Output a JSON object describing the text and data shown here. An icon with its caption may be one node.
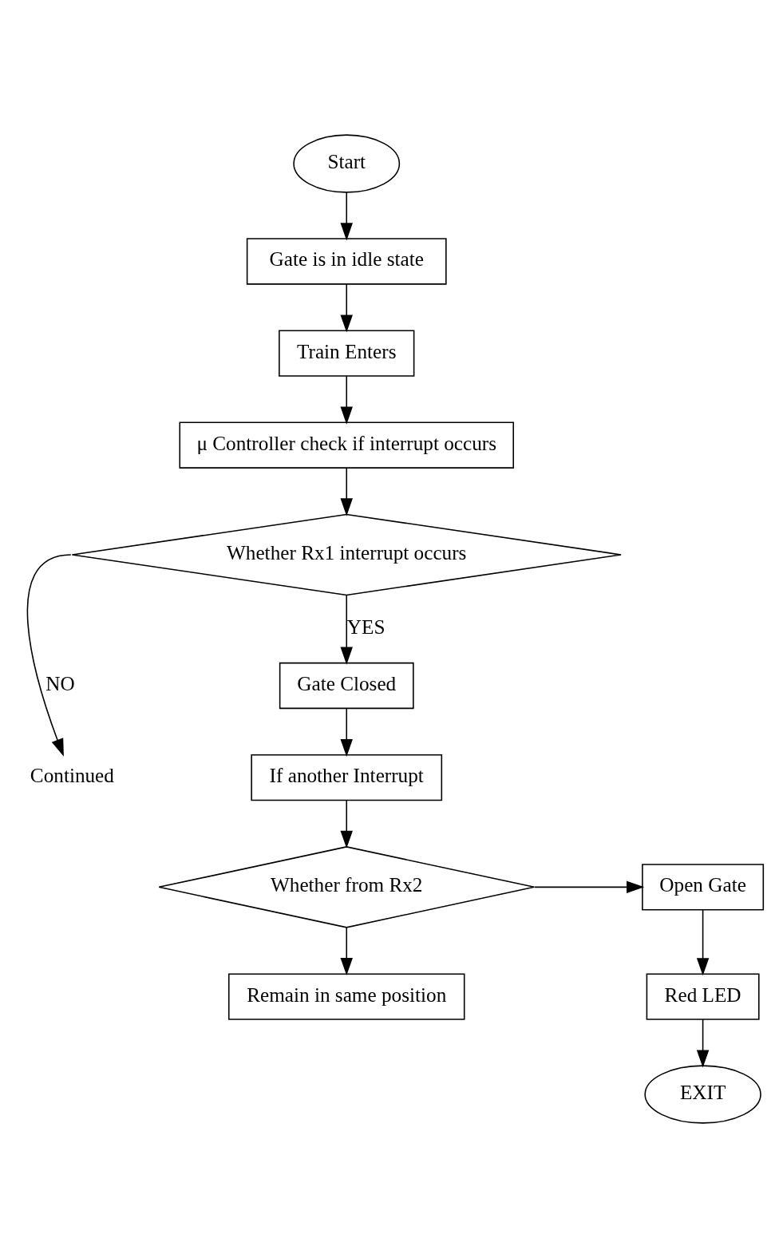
{
  "diagram": {
    "nodes": [
      {
        "text": [
          "Start"
        ]
      },
      {
        "text": [
          "Gate is in idle state"
        ]
      },
      {
        "text": [
          "Train Enters"
        ]
      },
      {
        "text": [
          "μ Controller check if interrupt occurs"
        ]
      },
      {
        "text": [
          "Whether Rx1 interrupt occurs"
        ]
      },
      {
        "text": [
          "Continued"
        ]
      },
      {
        "text": [
          "Gate Closed"
        ]
      },
      {
        "text": [
          "If another Interrupt"
        ]
      },
      {
        "text": [
          "Whether from Rx2"
        ]
      },
      {
        "text": [
          "Open Gate"
        ]
      },
      {
        "text": [
          "Red LED"
        ]
      },
      {
        "text": [
          "Remain in same position"
        ]
      },
      {
        "text": [
          "EXIT"
        ]
      }
    ],
    "edges": [
      {
        "from": 0,
        "to": 1,
        "arrow": "to"
      },
      {
        "from": 1,
        "to": 2,
        "arrow": "to"
      },
      {
        "from": 2,
        "to": 3,
        "arrow": "to"
      },
      {
        "from": 3,
        "to": 4,
        "arrow": "to"
      },
      {
        "from": 4,
        "to": 5,
        "arrow": "to",
        "label": "NO"
      },
      {
        "from": 4,
        "to": 6,
        "arrow": "to",
        "label": "YES"
      },
      {
        "from": 6,
        "to": 7,
        "arrow": "to"
      },
      {
        "from": 7,
        "to": 8,
        "arrow": "to"
      },
      {
        "from": 8,
        "to": 9,
        "arrow": "to"
      },
      {
        "from": 8,
        "to": 11,
        "arrow": "to"
      },
      {
        "from": 9,
        "to": 10,
        "arrow": "to"
      },
      {
        "from": 10,
        "to": 12,
        "arrow": "to"
      }
    ]
  }
}
